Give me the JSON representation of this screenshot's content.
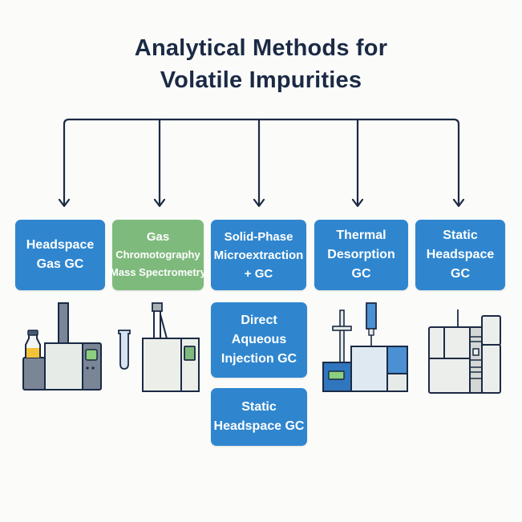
{
  "title": {
    "line1": "Analytical Methods for",
    "line2": "Volatile Impurities"
  },
  "methods": [
    {
      "id": "headspace-gas-gc",
      "lines": [
        "Headspace",
        "Gas GC"
      ],
      "color": "#2f86cf"
    },
    {
      "id": "gc-ms",
      "lines": [
        "Gas",
        "Chromotography",
        "Mass Spectrometry"
      ],
      "color": "#7fba7d"
    },
    {
      "id": "spme-gc",
      "lines": [
        "Solid-Phase",
        "Microextraction",
        "+ GC"
      ],
      "color": "#2f86cf"
    },
    {
      "id": "thermal-desorption-gc",
      "lines": [
        "Thermal",
        "Desorption",
        "GC"
      ],
      "color": "#2f86cf"
    },
    {
      "id": "static-headspace-gc",
      "lines": [
        "Static",
        "Headspace",
        "GC"
      ],
      "color": "#2f86cf"
    }
  ],
  "sub_methods": [
    {
      "id": "direct-aqueous-injection-gc",
      "lines": [
        "Direct",
        "Aqueous",
        "Injection GC"
      ],
      "color": "#2f86cf"
    },
    {
      "id": "static-headspace-gc-2",
      "lines": [
        "Static",
        "Headspace GC"
      ],
      "color": "#2f86cf"
    }
  ],
  "icons": [
    {
      "name": "headspace-gc-instrument-icon"
    },
    {
      "name": "gc-ms-instrument-icon"
    },
    {
      "name": "thermal-desorption-instrument-icon"
    },
    {
      "name": "static-headspace-instrument-icon"
    }
  ],
  "colors": {
    "connector": "#1b2a44",
    "primary_box": "#2f86cf",
    "secondary_box": "#7fba7d",
    "title": "#1b2a44"
  }
}
